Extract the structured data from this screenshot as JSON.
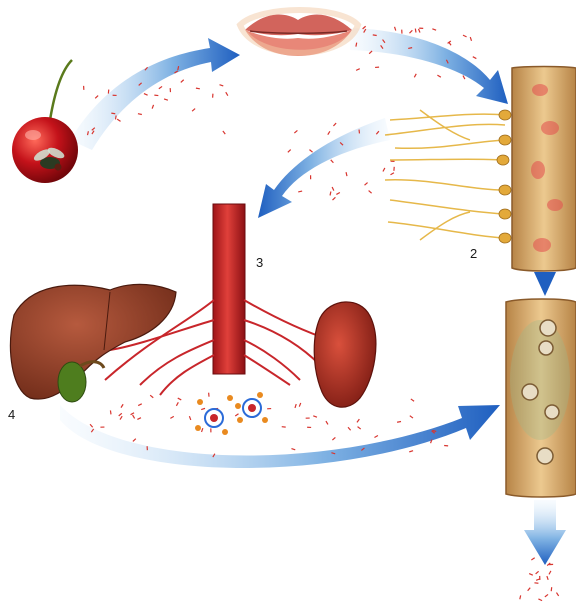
{
  "diagram": {
    "labels": {
      "intestine": "2",
      "vessel": "3",
      "liver": "4"
    },
    "colors": {
      "arrow_blue": "#1f5fc0",
      "blood_red": "#c8262b",
      "organ_brown": "#8b3f2a",
      "intestine_tan": "#d8b37a",
      "nerve_yellow": "#e6b84a",
      "gallbladder_green": "#4e7d1e"
    }
  }
}
